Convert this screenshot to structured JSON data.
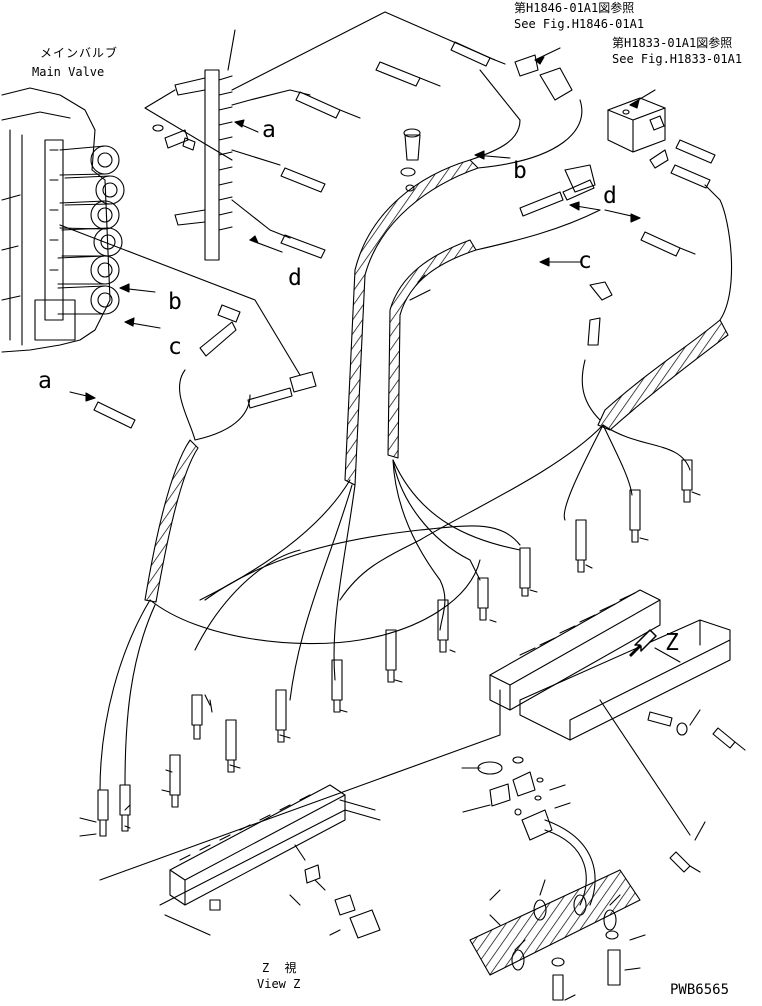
{
  "refs": {
    "main_valve_jp": "メインバルブ",
    "main_valve_en": "Main Valve",
    "h1846_jp": "第H1846-01A1図参照",
    "h1846_en": "See Fig.H1846-01A1",
    "h1833_jp": "第H1833-01A1図参照",
    "h1833_en": "See Fig.H1833-01A1"
  },
  "callouts": {
    "a": "a",
    "b": "b",
    "c": "c",
    "d": "d",
    "z": "Z"
  },
  "view": {
    "jp": "Z 視",
    "en": "View Z"
  },
  "drawing_number": "PWB6565",
  "colors": {
    "line": "#000000",
    "background": "#ffffff"
  }
}
